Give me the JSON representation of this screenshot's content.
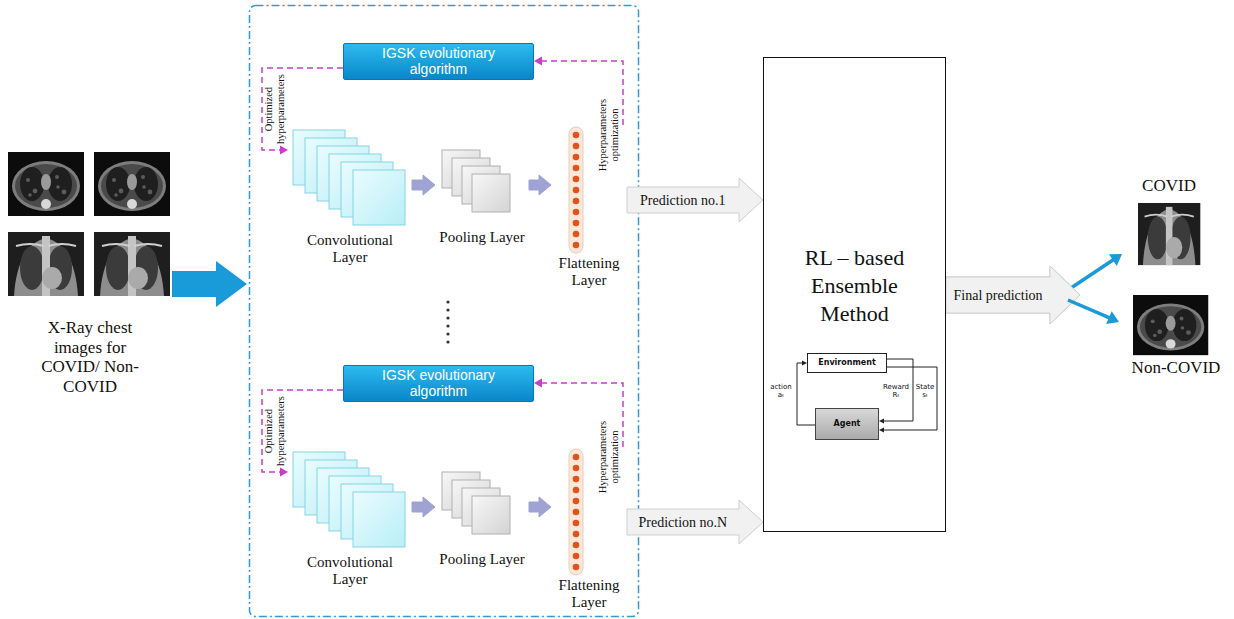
{
  "diagram": {
    "nodes": [
      {
        "text": [
          "IGSK evolutionary algorithm"
        ]
      },
      {
        "text": [
          "Convolutional Layer"
        ]
      },
      {
        "text": [
          "Pooling Layer"
        ]
      },
      {
        "text": [
          "Flattening Layer"
        ]
      },
      {
        "text": [
          "IGSK evolutionary algorithm"
        ]
      },
      {
        "text": [
          "Convolutional Layer"
        ]
      },
      {
        "text": [
          "Pooling Layer"
        ]
      },
      {
        "text": [
          "Flattening Layer"
        ]
      },
      {
        "text": [
          "RL – based Ensemble Method"
        ]
      },
      {
        "text": [
          "Environment"
        ],
        "in": 8
      },
      {
        "text": [
          "Agent"
        ],
        "in": 8
      },
      {
        "text": [
          "COVID"
        ]
      },
      {
        "text": [
          "Non-COVID"
        ]
      }
    ],
    "edges": [
      {
        "from": 0,
        "to": 1,
        "label": "Optimized hyperparameters",
        "arrow": "to"
      },
      {
        "from": 1,
        "to": 2,
        "arrow": "to"
      },
      {
        "from": 2,
        "to": 3,
        "arrow": "to"
      },
      {
        "from": 3,
        "to": 0,
        "label": "Hyperparameters optimization",
        "arrow": "to"
      },
      {
        "from": 4,
        "to": 5,
        "label": "Optimized hyperparameters",
        "arrow": "to"
      },
      {
        "from": 5,
        "to": 6,
        "arrow": "to"
      },
      {
        "from": 6,
        "to": 7,
        "arrow": "to"
      },
      {
        "from": 7,
        "to": 4,
        "label": "Hyperparameters optimization",
        "arrow": "to"
      },
      {
        "from": 3,
        "to": 8,
        "label": "Prediction no.1",
        "arrow": "to"
      },
      {
        "from": 7,
        "to": 8,
        "label": "Prediction no.N",
        "arrow": "to"
      },
      {
        "from": 9,
        "to": 10,
        "label": "Reward Rₜ",
        "arrow": "to"
      },
      {
        "from": 9,
        "to": 10,
        "label": "State sₜ",
        "arrow": "to"
      },
      {
        "from": 10,
        "to": 9,
        "label": "action aₜ",
        "arrow": "to"
      },
      {
        "from": 8,
        "to": 11,
        "label": "Final prediction",
        "arrow": "to"
      },
      {
        "from": 8,
        "to": 12,
        "arrow": "to"
      }
    ],
    "labels": [
      "X-Ray chest images for COVID/ Non-COVID"
    ]
  }
}
